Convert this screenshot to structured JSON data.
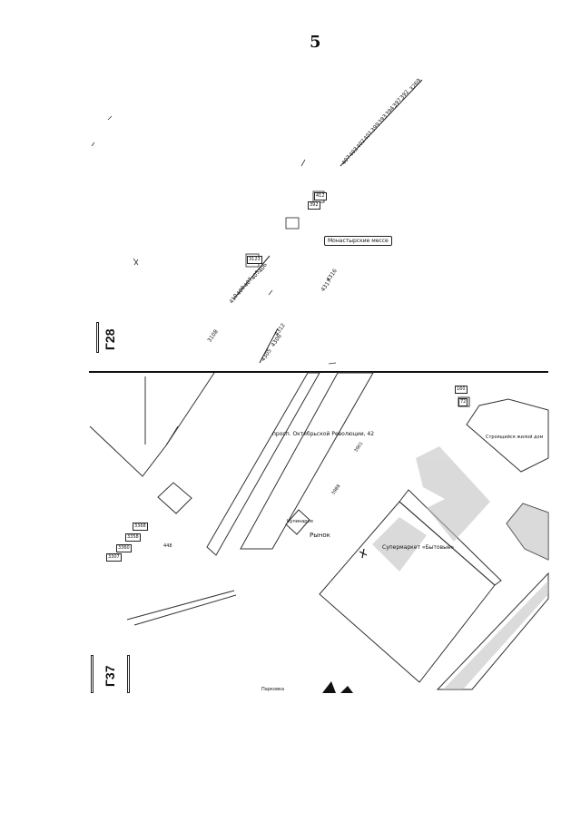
{
  "page": {
    "number": "5"
  },
  "sheets": {
    "upper": "Г28",
    "lower": "Г37"
  },
  "upper_map": {
    "callout": "Монастырские мессе",
    "stack_labels": [
      "3269",
      "392",
      "397",
      "394",
      "393",
      "399",
      "401",
      "402",
      "403",
      "407",
      "411"
    ],
    "left_stack_labels": [
      "3123",
      "406",
      "405",
      "407",
      "408",
      "410"
    ],
    "misc_labels": [
      "4316",
      "4317",
      "4312",
      "4306",
      "4305",
      "3108"
    ],
    "small_tags": [
      "412",
      "392",
      "3123"
    ]
  },
  "lower_map": {
    "address": "просп. Октябрьской Революции, 42",
    "market": "Рынок",
    "kiosk": "Кулинария",
    "supermarket": "Супермаркет «Бытовые»",
    "right_building": "Строящийся жилой дом",
    "bottom_label": "Парковка",
    "left_tags": [
      "3368",
      "3358",
      "3360",
      "3307",
      "448"
    ],
    "right_tags": [
      "160",
      "72"
    ],
    "center_tags": [
      "3901",
      "3988"
    ]
  }
}
